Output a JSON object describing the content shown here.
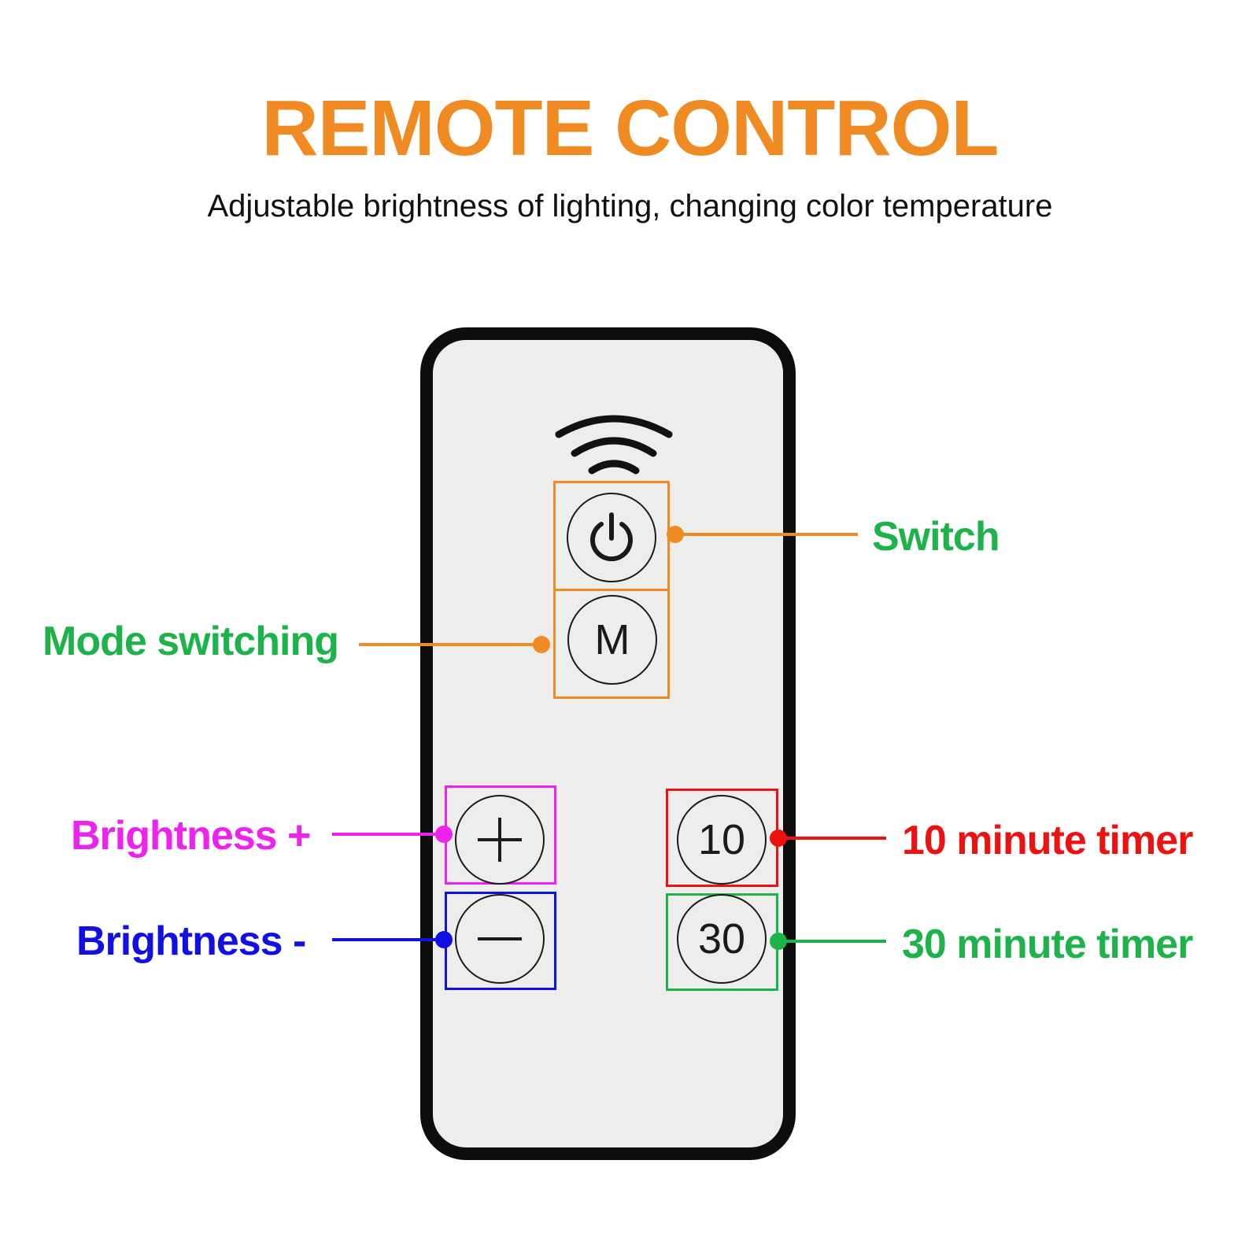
{
  "title": "REMOTE CONTROL",
  "subtitle": "Adjustable brightness of lighting, changing color temperature",
  "colors": {
    "title": "#f08a22",
    "orange": "#f08a22",
    "green": "#1db34a",
    "magenta": "#ee22ee",
    "blue": "#1010e6",
    "red": "#ee1111",
    "remote_body": "#ededeb",
    "remote_border": "#0d0d0d"
  },
  "icons": {
    "signal": "wifi-signal-icon",
    "power": "power-icon",
    "plus": "plus-icon",
    "minus": "minus-icon"
  },
  "buttons": {
    "mode": "M",
    "timer10": "10",
    "timer30": "30"
  },
  "labels": {
    "switch": "Switch",
    "mode_switching": "Mode switching",
    "brightness_plus": "Brightness +",
    "brightness_minus": "Brightness -",
    "timer_10": "10 minute timer",
    "timer_30": "30 minute timer"
  }
}
